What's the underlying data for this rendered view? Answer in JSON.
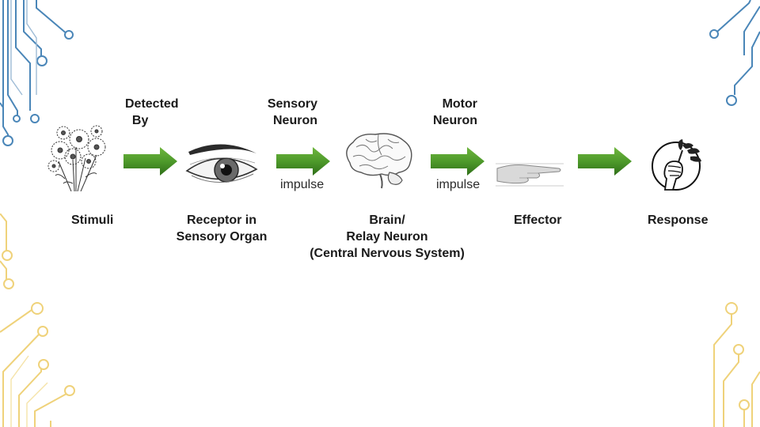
{
  "diagram": {
    "top_labels": {
      "detected_by": "Detected\n  By",
      "sensory_neuron": "Sensory\nNeuron",
      "motor_neuron": "Motor\nNeuron"
    },
    "impulse_labels": [
      "impulse",
      "impulse"
    ],
    "nodes": [
      {
        "label": "Stimuli",
        "icon": "flowers-icon"
      },
      {
        "label": "Receptor in\nSensory Organ",
        "icon": "eye-icon"
      },
      {
        "label": "Brain/\nRelay Neuron\n(Central Nervous System)",
        "icon": "brain-icon"
      },
      {
        "label": "Effector",
        "icon": "hand-icon"
      },
      {
        "label": "Response",
        "icon": "fist-plant-icon"
      }
    ],
    "arrow_color": "#4e9a2b"
  },
  "decoration": {
    "circuit_blue": "#4a86b8",
    "circuit_gold": "#efd27a"
  }
}
